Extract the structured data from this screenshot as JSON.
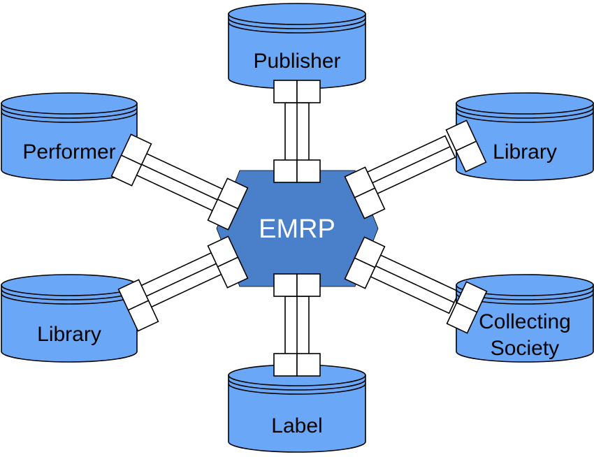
{
  "hub": {
    "label": "EMRP",
    "fill": "#4a7fc9"
  },
  "database_fill": "#6aa8f7",
  "nodes": {
    "publisher": {
      "label": "Publisher"
    },
    "performer": {
      "label": "Performer"
    },
    "library_top_right": {
      "label": "Library"
    },
    "library_bottom_left": {
      "label": "Library"
    },
    "collecting_society": {
      "label_line1": "Collecting",
      "label_line2": "Society"
    },
    "label": {
      "label": "Label"
    }
  }
}
